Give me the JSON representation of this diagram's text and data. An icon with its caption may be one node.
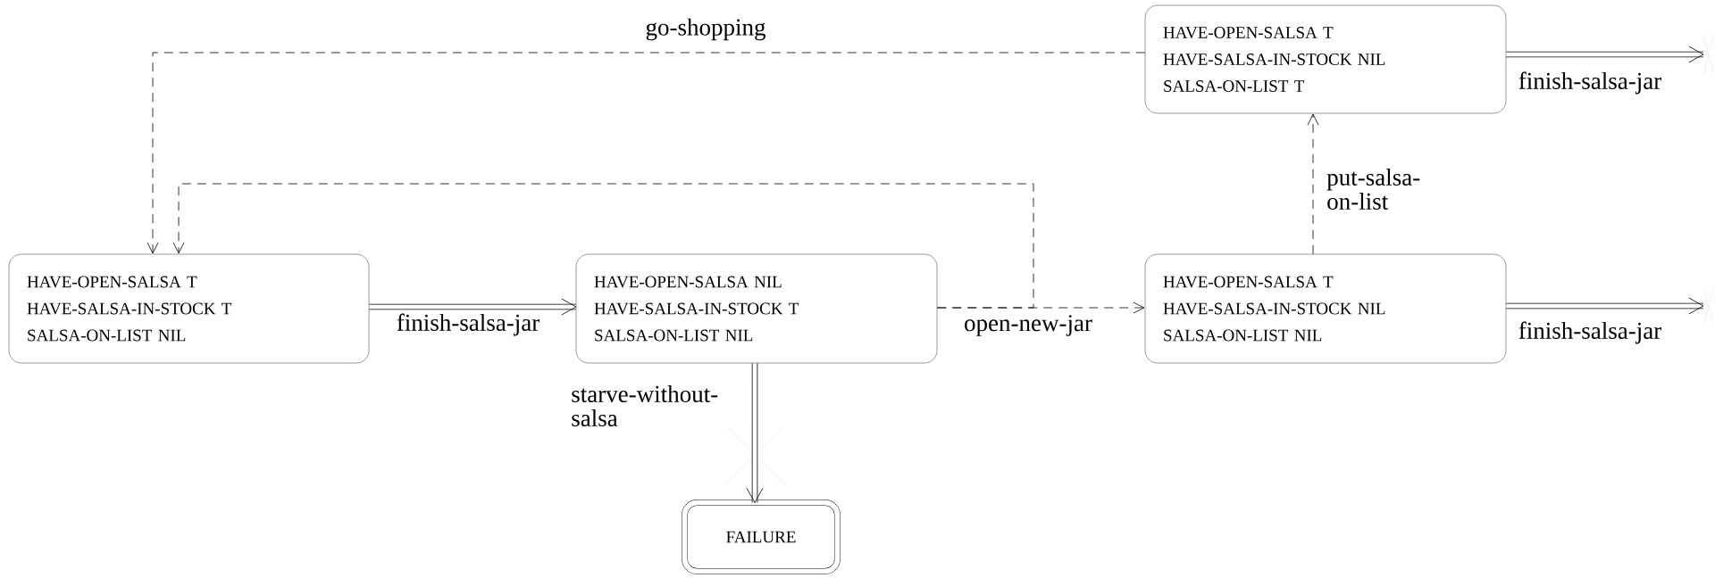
{
  "diagram": {
    "nodes": [
      {
        "text": [
          "HAVE-OPEN-SALSA T",
          "HAVE-SALSA-IN-STOCK NIL",
          "SALSA-ON-LIST T"
        ]
      },
      {
        "text": [
          "HAVE-OPEN-SALSA T",
          "HAVE-SALSA-IN-STOCK T",
          "SALSA-ON-LIST NIL"
        ]
      },
      {
        "text": [
          "HAVE-OPEN-SALSA NIL",
          "HAVE-SALSA-IN-STOCK T",
          "SALSA-ON-LIST NIL"
        ]
      },
      {
        "text": [
          "HAVE-OPEN-SALSA T",
          "HAVE-SALSA-IN-STOCK NIL",
          "SALSA-ON-LIST NIL"
        ]
      },
      {
        "text": [
          "FAILURE"
        ]
      },
      {
        "text": [],
        "shape": "cross"
      },
      {
        "text": [],
        "shape": "cross"
      }
    ],
    "edges": [
      {
        "from": 0,
        "to": 1,
        "arrow": "to",
        "label": "go-shopping",
        "style": "dashed"
      },
      {
        "from": 2,
        "to": 1,
        "arrow": "to",
        "style": "dashed"
      },
      {
        "from": 1,
        "to": 2,
        "arrow": "to",
        "label": "finish-salsa-jar",
        "style": "thick"
      },
      {
        "from": 2,
        "to": 3,
        "arrow": "to",
        "label": "open-new-jar",
        "style": "dashed"
      },
      {
        "from": 3,
        "to": 0,
        "arrow": "to",
        "label": "put-salsa- on-list",
        "style": "dashed"
      },
      {
        "from": 0,
        "to": 5,
        "arrow": "to",
        "label": "finish-salsa-jar",
        "style": "thick"
      },
      {
        "from": 3,
        "to": 6,
        "arrow": "to",
        "label": "finish-salsa-jar",
        "style": "thick"
      },
      {
        "from": 2,
        "to": 4,
        "arrow": "to",
        "label": "starve-without- salsa",
        "style": "thick"
      }
    ]
  }
}
